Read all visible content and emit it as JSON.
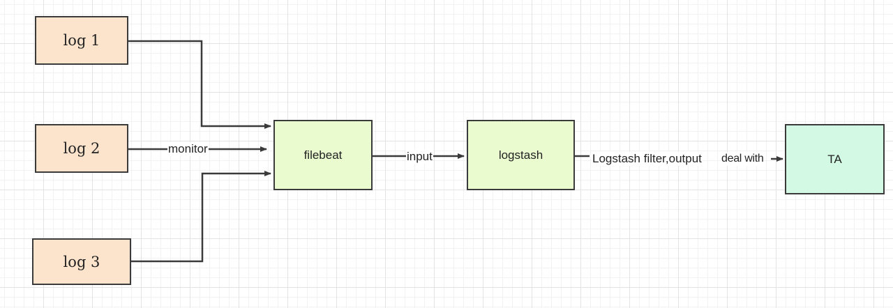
{
  "diagram": {
    "colors": {
      "log_fill": "#fbe3cc",
      "process_fill": "#eafbd0",
      "target_fill": "#d3f9e4",
      "stroke": "#3a3a3a"
    },
    "nodes": {
      "log1": {
        "label": "log 1"
      },
      "log2": {
        "label": "log 2"
      },
      "log3": {
        "label": "log 3"
      },
      "filebeat": {
        "label": "filebeat"
      },
      "logstash": {
        "label": "logstash"
      },
      "ta": {
        "label": "TA"
      }
    },
    "edges": {
      "monitor": {
        "label": "monitor"
      },
      "input": {
        "label": "input"
      },
      "filter": {
        "label": "Logstash filter,output"
      },
      "deal": {
        "label": "deal with"
      }
    }
  }
}
